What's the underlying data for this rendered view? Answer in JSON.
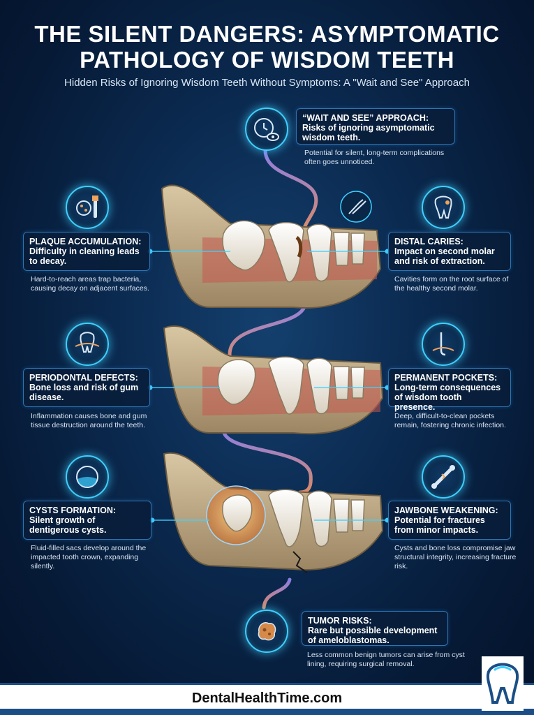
{
  "header": {
    "title_line1": "THE SILENT DANGERS: ASYMPTOMATIC",
    "title_line2": "PATHOLOGY OF WISDOM TEETH",
    "subtitle": "Hidden Risks of Ignoring Wisdom Teeth Without Symptoms: A \"Wait and See\" Approach"
  },
  "sections": {
    "wait_and_see": {
      "heading": "“WAIT AND SEE” APPROACH:",
      "subheading": "Risks of ignoring asymptomatic wisdom teeth.",
      "description": "Potential for silent, long-term complications often goes unnoticed.",
      "icon": "clock-eye-icon"
    },
    "plaque": {
      "heading": "PLAQUE ACCUMULATION:",
      "subheading": "Difficulty in cleaning leads to decay.",
      "description": "Hard-to-reach areas trap bacteria, causing decay on adjacent surfaces.",
      "icon": "bacteria-toothbrush-icon"
    },
    "caries": {
      "heading": "DISTAL CARIES:",
      "subheading": "Impact on second molar and risk of extraction.",
      "description": "Cavities form on the root surface of the healthy second molar.",
      "icon": "decayed-tooth-icon"
    },
    "periodontal": {
      "heading": "PERIODONTAL DEFECTS:",
      "subheading": "Bone loss and risk of gum disease.",
      "description": "Inflammation causes bone and gum tissue destruction around the teeth.",
      "icon": "tooth-gum-icon"
    },
    "pockets": {
      "heading": "PERMANENT POCKETS:",
      "subheading": "Long-term consequences of wisdom tooth presence.",
      "description": "Deep, difficult-to-clean pockets remain, fostering chronic infection.",
      "icon": "periodontal-probe-icon"
    },
    "cysts": {
      "heading": "CYSTS FORMATION:",
      "subheading": "Silent growth of dentigerous cysts.",
      "description": "Fluid-filled sacs develop around the impacted tooth crown, expanding silently.",
      "icon": "fluid-sac-icon"
    },
    "jawbone": {
      "heading": "JAWBONE WEAKENING:",
      "subheading": "Potential for fractures from minor impacts.",
      "description": "Cysts and bone loss compromise jaw structural integrity, increasing fracture risk.",
      "icon": "broken-bone-icon"
    },
    "tumor": {
      "heading": "TUMOR RISKS:",
      "subheading": "Rare but possible development of ameloblastomas.",
      "description": "Less common benign tumors can arise from cyst lining, requiring surgical removal.",
      "icon": "tumor-cell-icon"
    }
  },
  "footer": {
    "site": "DentalHealthTime.com"
  },
  "colors": {
    "accent": "#3fd0ff",
    "background": "#0b2a50",
    "arrow": "#8b7dff"
  }
}
